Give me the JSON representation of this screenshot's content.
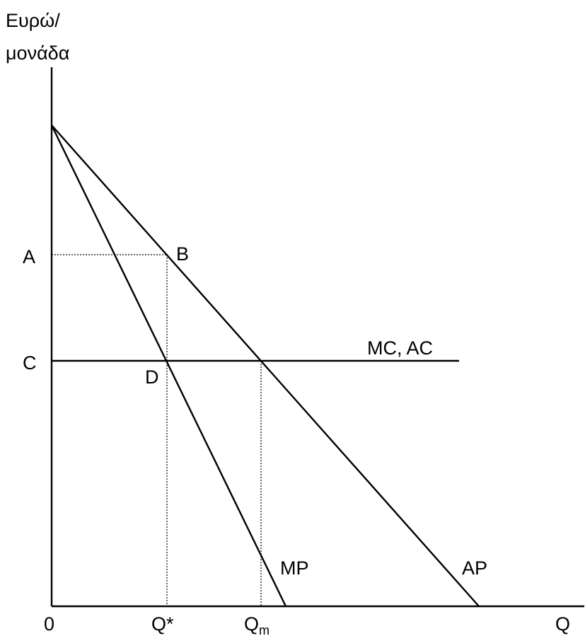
{
  "y_axis_label": {
    "line1": "Ευρώ/",
    "line2": "μονάδα"
  },
  "x_axis_label": "Q",
  "origin_label": "0",
  "price_labels": {
    "a": "A",
    "c": "C"
  },
  "point_labels": {
    "b": "B",
    "d": "D"
  },
  "curve_labels": {
    "mc_ac": "MC, AC",
    "mp": "MP",
    "ap": "AP"
  },
  "quantity_labels": {
    "q_star": "Q*",
    "q_m_main": "Q",
    "q_m_sub": "m"
  }
}
